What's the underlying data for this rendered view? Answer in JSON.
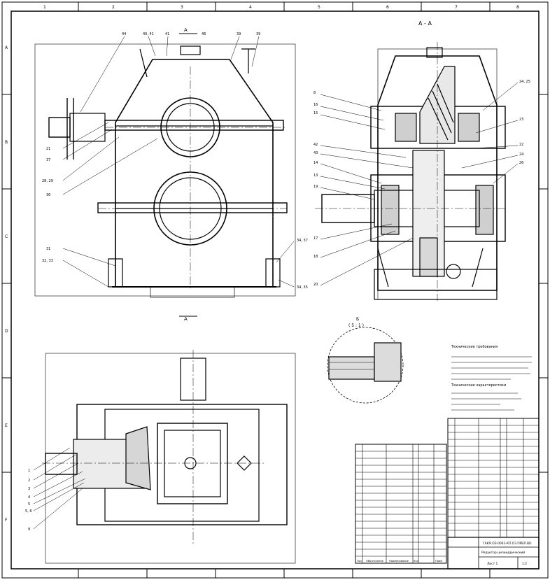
{
  "section_label": "A - A",
  "detail_label": "Б",
  "detail_scale": "( 5 : 1 )",
  "cut_marks": [
    "A",
    "A"
  ],
  "callouts": {
    "front_top": [
      "44",
      "40, 41",
      "41",
      "46",
      "39",
      "39"
    ],
    "front_left": [
      "21",
      "37",
      "28, 29",
      "36",
      "31",
      "32, 33"
    ],
    "front_right": [
      "34, 37",
      "34, 35"
    ],
    "section_left": [
      "8",
      "16",
      "15",
      "42",
      "43",
      "14",
      "13",
      "19",
      "17",
      "18",
      "20"
    ],
    "section_right": [
      "24, 25",
      "23",
      "22",
      "24",
      "26"
    ],
    "plan_left": [
      "1",
      "2",
      "3",
      "4",
      "5",
      "5, 6",
      "9"
    ]
  },
  "notes_heading_1": "Технические требования",
  "notes_heading_2": "Технические характеристики",
  "title_block": {
    "doc_code": "ГАКЯ.ОЗ-0002-КП.ОЗ.ПРВЛ.ВО",
    "project": "Редуктор цилиндрический",
    "scale": "1:2",
    "sheet": "Лист 1"
  },
  "columns": [
    "Поз",
    "Обозначение",
    "Наименование",
    "Кол",
    "Прим"
  ],
  "ruler_top": [
    "1",
    "2",
    "3",
    "4",
    "5",
    "6",
    "7",
    "8"
  ],
  "ruler_side": [
    "A",
    "B",
    "C",
    "D",
    "E",
    "F"
  ]
}
